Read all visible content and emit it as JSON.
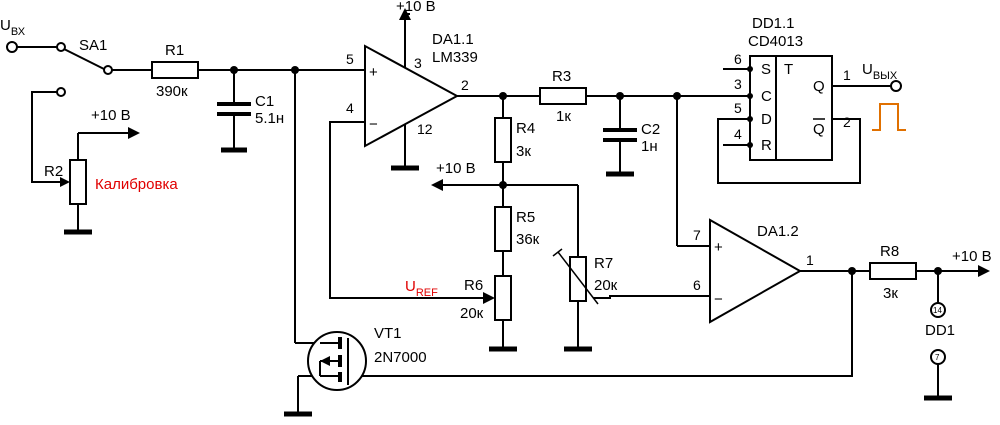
{
  "input": {
    "u": "U",
    "sub": "ВХ"
  },
  "output": {
    "u": "U",
    "sub": "ВЫХ"
  },
  "ref": {
    "u": "U",
    "sub": "REF"
  },
  "supply_label": "+10 В",
  "switch": {
    "name": "SA1"
  },
  "r1": {
    "name": "R1",
    "value": "390к"
  },
  "c1": {
    "name": "C1",
    "value": "5.1н"
  },
  "r2": {
    "name": "R2",
    "note": "Калибровка"
  },
  "da11": {
    "name": "DA1.1",
    "part": "LM339",
    "pin_in_plus": "5",
    "pin_in_minus": "4",
    "pin_out": "2",
    "pin_vcc": "3",
    "pin_gnd": "12"
  },
  "r3": {
    "name": "R3",
    "value": "1к"
  },
  "c2": {
    "name": "C2",
    "value": "1н"
  },
  "r4": {
    "name": "R4",
    "value": "3к"
  },
  "r5": {
    "name": "R5",
    "value": "36к"
  },
  "r6": {
    "name": "R6",
    "value": "20к"
  },
  "r7": {
    "name": "R7",
    "value": "20к"
  },
  "dd11": {
    "name": "DD1.1",
    "part": "CD4013",
    "pin_s": "S",
    "pin_t": "T",
    "pin_c": "C",
    "pin_d": "D",
    "pin_r": "R",
    "pin_q": "Q",
    "pin_qn": "Q",
    "n_s": "6",
    "n_c": "3",
    "n_d": "5",
    "n_r": "4",
    "n_q": "1",
    "n_qn": "2"
  },
  "da12": {
    "name": "DA1.2",
    "pin_plus": "7",
    "pin_minus": "6",
    "pin_out": "1"
  },
  "r8": {
    "name": "R8",
    "value": "3к"
  },
  "dd1": {
    "name": "DD1",
    "pin_vdd": "14",
    "pin_vss": "7"
  },
  "vt1": {
    "name": "VT1",
    "part": "2N7000"
  },
  "signs": {
    "plus": "+",
    "minus": "−"
  }
}
